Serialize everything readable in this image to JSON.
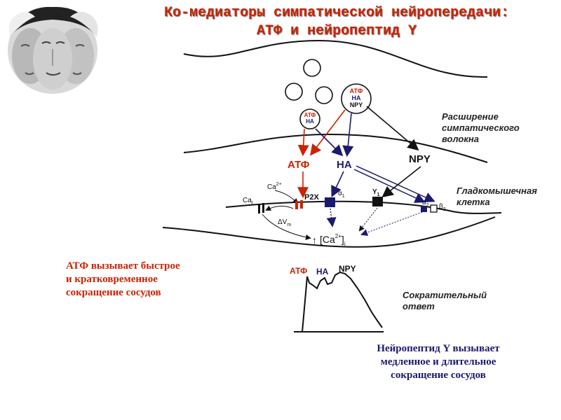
{
  "title": {
    "line1": "Ко-медиаторы симпатической нейропередачи:",
    "line2": "АТФ и нейропептид Y"
  },
  "fiber": {
    "label_lines": [
      "Расширение",
      "симпатического",
      "волокна"
    ],
    "vesicle_large": [
      "АТФ",
      "НА",
      "NPY"
    ],
    "vesicle_small": [
      "АТФ",
      "НА"
    ]
  },
  "transmitters": {
    "atp": "АТФ",
    "na": "НА",
    "npy": "NPY"
  },
  "cell": {
    "label_lines": [
      "Гладкомышечная",
      "клетка"
    ],
    "ca_ion": "Ca",
    "ca_ion_sup": "2+",
    "ca_channel": "Ca",
    "ca_channel_sub": "L",
    "delta_v": "ΔV",
    "delta_v_sub": "m",
    "p2x": "P2X",
    "alpha1": "α",
    "alpha1_sub": "1",
    "y1": "Y",
    "y1_sub": "1",
    "alpha2": "α",
    "alpha2_sub": "2",
    "beta2": "β",
    "beta2_sub": "2",
    "calcium": "[Ca",
    "calcium_sup": "2+",
    "calcium_close": "]",
    "calcium_sub": "i"
  },
  "response": {
    "atp": "АТФ",
    "na": "НА",
    "npy": "NPY",
    "label_lines": [
      "Сократительный",
      "ответ"
    ]
  },
  "captions": {
    "atp_lines": [
      "АТФ вызывает быстрое",
      "и кратковременное",
      "сокращение сосудов"
    ],
    "npy_lines": [
      "Нейропептид Y вызывает",
      "медленное и длительное",
      "сокращение сосудов"
    ]
  },
  "colors": {
    "atp": "#cc2200",
    "na": "#1a1a6e",
    "black": "#111111"
  }
}
